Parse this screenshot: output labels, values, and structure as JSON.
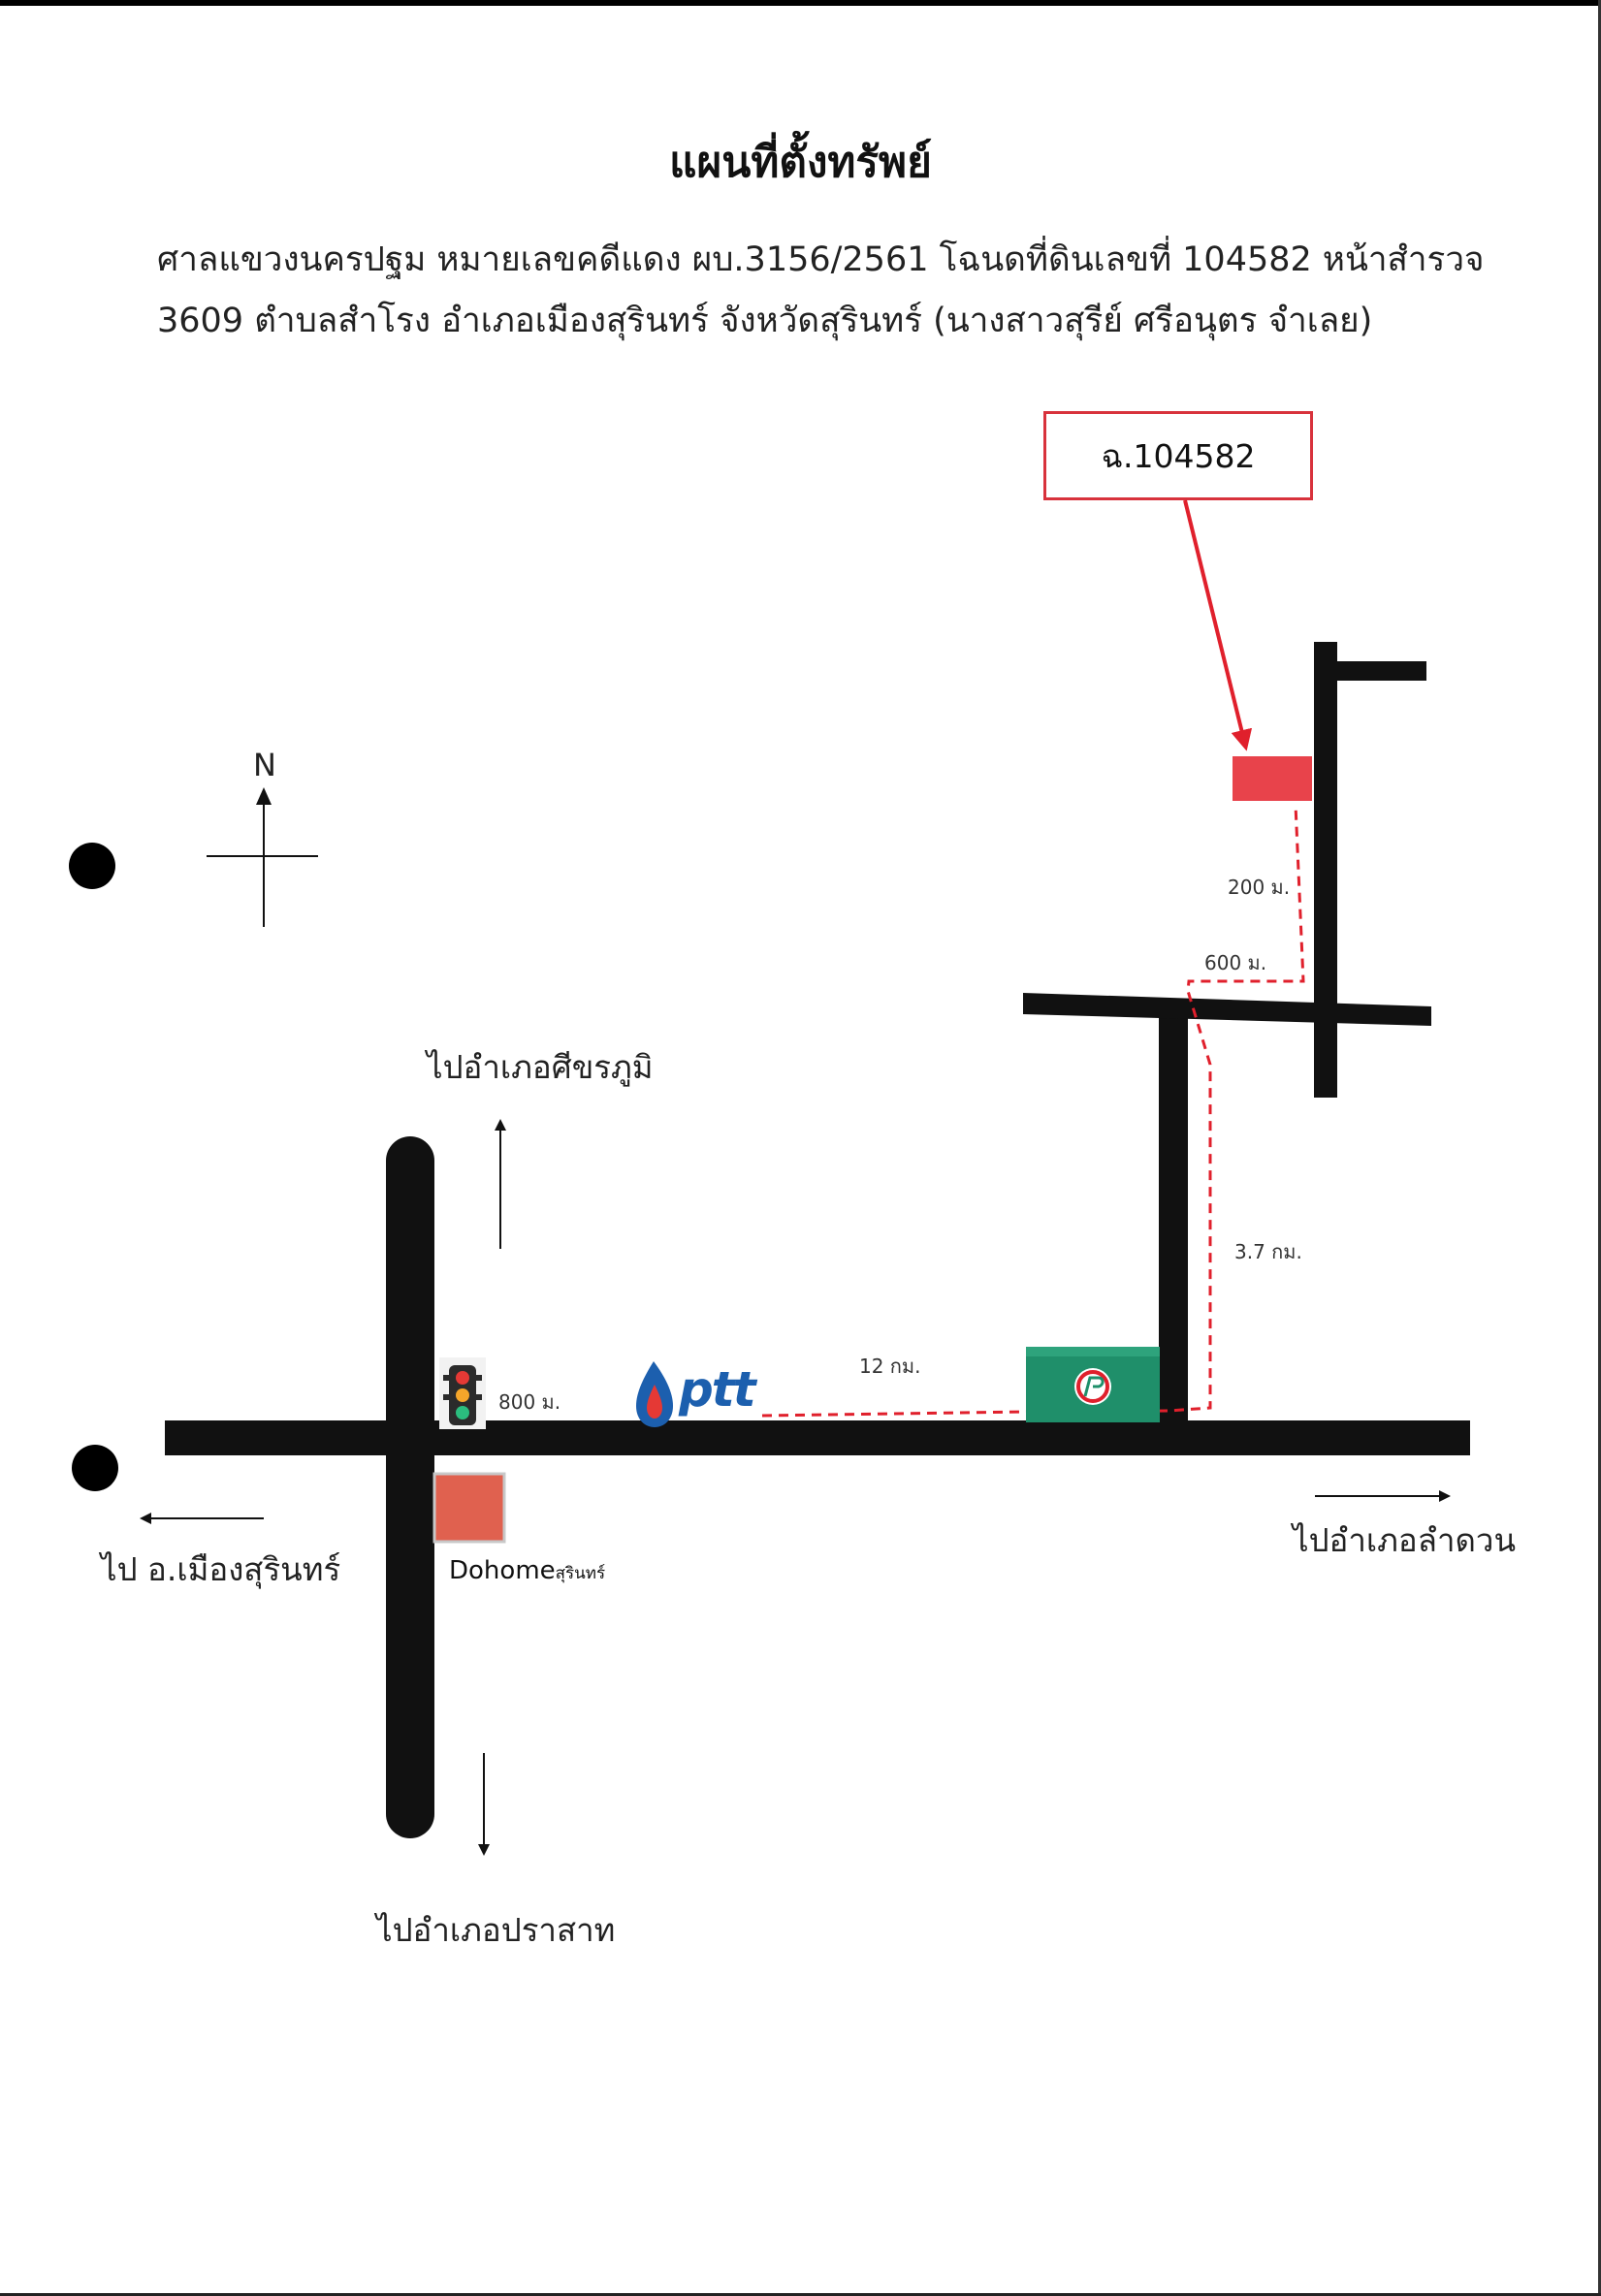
{
  "title": "แผนที่ตั้งทรัพย์",
  "description": {
    "line1": "ศาลแขวงนครปฐม หมายเลขคดีแดง ผบ.3156/2561 โฉนดที่ดินเลขที่ 104582 หน้าสำรวจ",
    "line2": "3609 ตำบลสำโรง อำเภอเมืองสุรินทร์ จังหวัดสุรินทร์ (นางสาวสุรีย์  ศรีอนุตร จำเลย)"
  },
  "deed_label": "ฉ.104582",
  "compass": {
    "north": "N"
  },
  "destinations": {
    "north": "ไปอำเภอศีขรภูมิ",
    "west": "ไป อ.เมืองสุรินทร์",
    "east": "ไปอำเภอลำดวน",
    "south": "ไปอำเภอปราสาท"
  },
  "distances": {
    "d200": "200 ม.",
    "d600": "600 ม.",
    "d3_7": "3.7 กม.",
    "d12": "12 กม.",
    "d800": "800 ม."
  },
  "landmarks": {
    "ptt": "ptt",
    "dohome": "Dohome",
    "dohome_suffix": "สุรินทร์"
  },
  "colors": {
    "road": "#111111",
    "route": "#e0202c",
    "property": "#e8434b",
    "dohome": "#e0614f",
    "pt_station": "#1f8f6a",
    "ptt_blue": "#1c5fae"
  }
}
